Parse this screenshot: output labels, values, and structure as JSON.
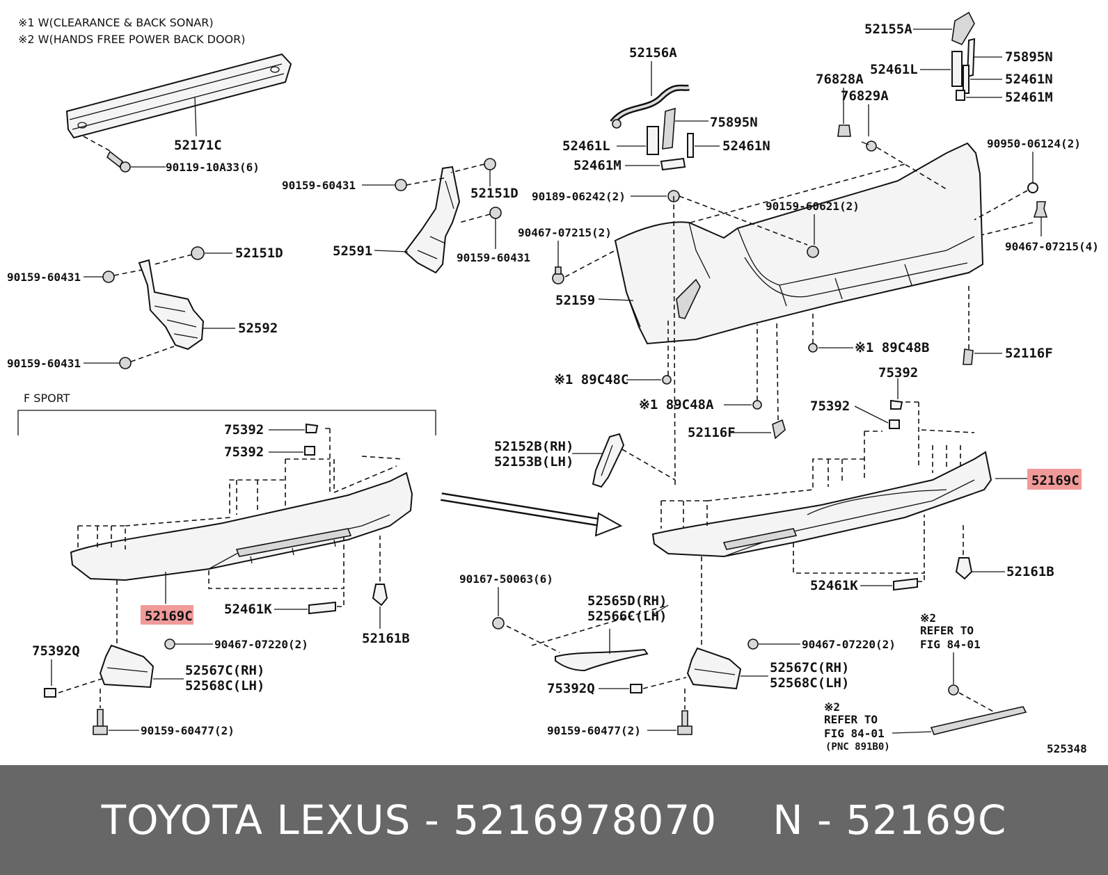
{
  "notes": {
    "note1": "※1 W(CLEARANCE & BACK SONAR)",
    "note2": "※2 W(HANDS FREE POWER BACK DOOR)"
  },
  "section_label": "F SPORT",
  "labels": {
    "p52171C": "52171C",
    "p90119_10A33": "90119-10A33(6)",
    "p90159_60431_a": "90159-60431",
    "p52151D_a": "52151D",
    "p52591": "52591",
    "p90159_60431_b": "90159-60431",
    "p52151D_b": "52151D",
    "p90159_60431_c": "90159-60431",
    "p52592": "52592",
    "p90159_60431_d": "90159-60431",
    "p52156A": "52156A",
    "p75895N_a": "75895N",
    "p52461L_a": "52461L",
    "p52461N_a": "52461N",
    "p52461M_a": "52461M",
    "p90189_06242": "90189-06242(2)",
    "p90467_07215_a": "90467-07215(2)",
    "p52159": "52159",
    "p52155A": "52155A",
    "p75895N_b": "75895N",
    "p52461L_b": "52461L",
    "p52461N_b": "52461N",
    "p52461M_b": "52461M",
    "p76828A": "76828A",
    "p76829A": "76829A",
    "p90950_06124": "90950-06124(2)",
    "p90159_60621": "90159-60621(2)",
    "p90467_07215_b": "90467-07215(4)",
    "p89C48B": "※1 89C48B",
    "p52116F_a": "52116F",
    "p89C48C": "※1 89C48C",
    "p89C48A": "※1 89C48A",
    "p52116F_b": "52116F",
    "p75392_a": "75392",
    "p75392_b": "75392",
    "p75392_c": "75392",
    "p75392_d": "75392",
    "p52152B": "52152B(RH)",
    "p52153B": "52153B(LH)",
    "p52169C_left": "52169C",
    "p52169C_right": "52169C",
    "p52461K_a": "52461K",
    "p52161B_a": "52161B",
    "p75392Q_a": "75392Q",
    "p90467_07220_a": "90467-07220(2)",
    "p52567C_a": "52567C(RH)",
    "p52568C_a": "52568C(LH)",
    "p90159_60477_a": "90159-60477(2)",
    "p90167_50063": "90167-50063(6)",
    "p52565D": "52565D(RH)",
    "p52566C": "52566C(LH)",
    "p75392Q_b": "75392Q",
    "p90159_60477_b": "90159-60477(2)",
    "p90467_07220_b": "90467-07220(2)",
    "p52567C_b": "52567C(RH)",
    "p52568C_b": "52568C(LH)",
    "p52461K_b": "52461K",
    "p52161B_b": "52161B",
    "ref1_a": "※2",
    "ref1_b": "REFER TO",
    "ref1_c": "FIG 84-01",
    "ref2_a": "※2",
    "ref2_b": "REFER TO",
    "ref2_c": "FIG 84-01",
    "ref2_d": "(PNC 891B0)",
    "fig_no": "525348"
  },
  "footer": {
    "brand": "TOYOTA LEXUS - 5216978070",
    "code": "N - 52169C"
  },
  "colors": {
    "highlight": "#f19a9a",
    "footer_bg": "#676767",
    "line": "#111111"
  }
}
